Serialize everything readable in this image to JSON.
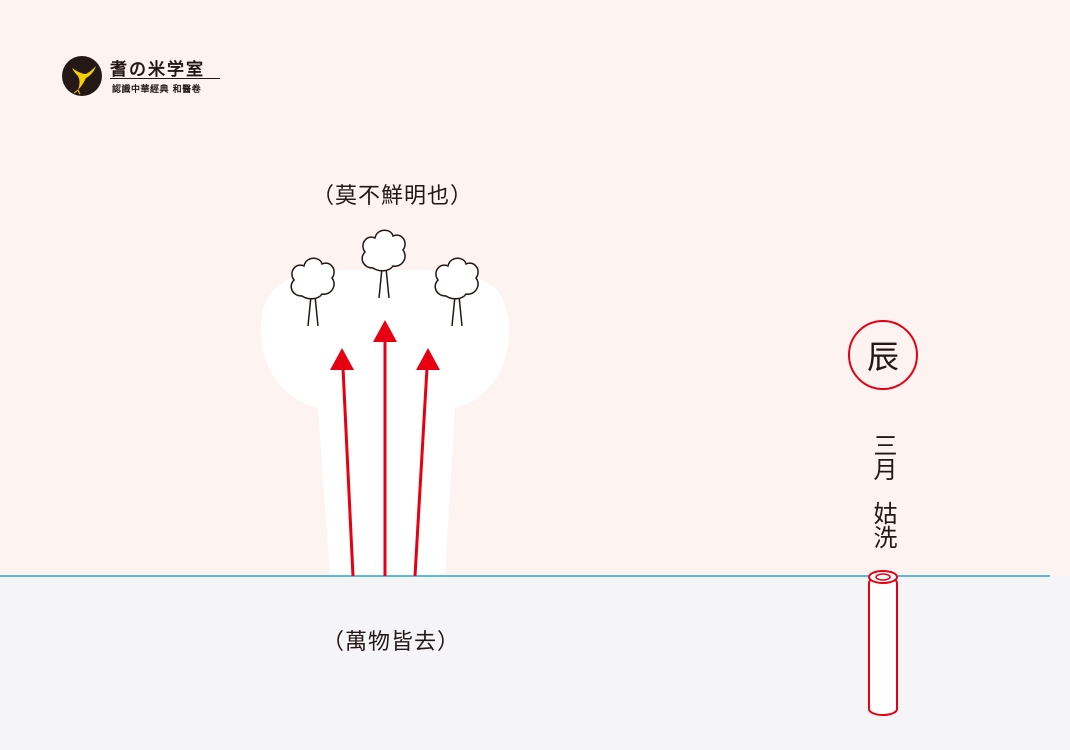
{
  "logo": {
    "title": "耆の米学室",
    "subtitle": "認識中華經典 和醫卷"
  },
  "diagram": {
    "top_label": "（莫不鮮明也）",
    "bottom_label": "（萬物皆去）",
    "earthly_branch": "辰",
    "month": "三月",
    "pitch_pipe": "姑洗"
  },
  "colors": {
    "sky": "#fdf3f1",
    "ground": "#f5f5f8",
    "horizon": "#29a3d4",
    "arrow": "#e60012",
    "ink": "#231815",
    "pipe": "#e60012"
  },
  "icons": [
    "bird-logo-icon",
    "tree-icon",
    "pitch-pipe-icon",
    "arrow-up-icon"
  ]
}
